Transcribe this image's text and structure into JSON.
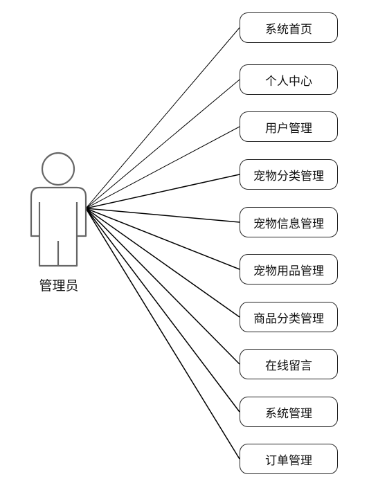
{
  "actor": {
    "label": "管理员",
    "icon": "person-icon"
  },
  "use_cases": [
    {
      "label": "系统首页"
    },
    {
      "label": "个人中心"
    },
    {
      "label": "用户管理"
    },
    {
      "label": "宠物分类管理"
    },
    {
      "label": "宠物信息管理"
    },
    {
      "label": "宠物用品管理"
    },
    {
      "label": "商品分类管理"
    },
    {
      "label": "在线留言"
    },
    {
      "label": "系统管理"
    },
    {
      "label": "订单管理"
    }
  ],
  "colors": {
    "line": "#000000",
    "actor_stroke": "#666666",
    "box_border": "#222222"
  }
}
